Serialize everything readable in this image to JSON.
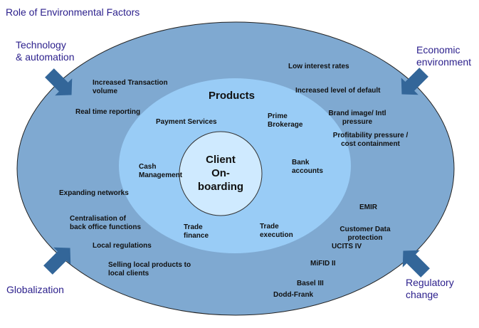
{
  "title": "Role of Environmental Factors",
  "colors": {
    "outer_ring": "#7fa9d1",
    "middle_ring": "#99ccf6",
    "inner_circle": "#cfeaff",
    "arrow": "#336699",
    "factor_text": "#2b1f8c"
  },
  "factors": {
    "technology": [
      "Technology",
      "& automation"
    ],
    "economic": [
      "Economic",
      "environment"
    ],
    "globalization": [
      "Globalization"
    ],
    "regulatory": [
      "Regulatory",
      "change"
    ]
  },
  "outer_ring_labels": {
    "technology": {
      "increased_transaction_volume": [
        "Increased Transaction",
        "volume"
      ],
      "real_time_reporting": "Real time reporting"
    },
    "economic": {
      "low_interest_rates": "Low interest rates",
      "increased_level_of_default": "Increased level of default",
      "brand_image": [
        "Brand image/ Intl",
        "pressure"
      ],
      "profitability_pressure": [
        "Profitability pressure /",
        "cost containment"
      ]
    },
    "globalization": {
      "expanding_networks": "Expanding networks",
      "centralisation": [
        "Centralisation of",
        "back office functions"
      ],
      "local_regulations": "Local regulations",
      "selling_local_products": [
        "Selling local products to",
        "local clients"
      ]
    },
    "regulatory": {
      "emir": "EMIR",
      "customer_data_protection": [
        "Customer Data",
        "protection"
      ],
      "ucits_iv": "UCITS IV",
      "mifid_ii": "MiFID II",
      "basel_iii": "Basel III",
      "dodd_frank": "Dodd-Frank"
    }
  },
  "products": {
    "title": "Products",
    "items": {
      "payment_services": [
        "Payment Services"
      ],
      "prime_brokerage": [
        "Prime",
        "Brokerage"
      ],
      "cash_management": [
        "Cash",
        "Management"
      ],
      "bank_accounts": [
        "Bank",
        "accounts"
      ],
      "trade_finance": [
        "Trade",
        "finance"
      ],
      "trade_execution": [
        "Trade",
        "execution"
      ]
    }
  },
  "core": [
    "Client",
    "On-",
    "boarding"
  ]
}
